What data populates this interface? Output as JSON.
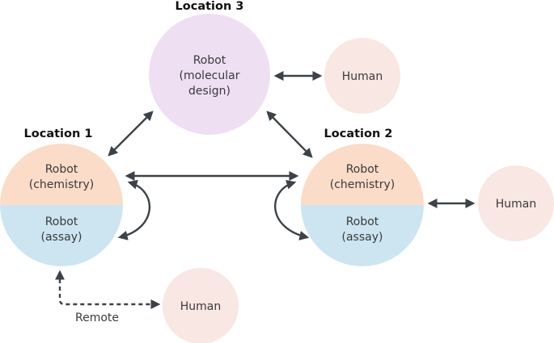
{
  "locations": {
    "location1": {
      "title": "Location 1",
      "chemistry": {
        "line1": "Robot",
        "line2": "(chemistry)"
      },
      "assay": {
        "line1": "Robot",
        "line2": "(assay)"
      }
    },
    "location2": {
      "title": "Location 2",
      "chemistry": {
        "line1": "Robot",
        "line2": "(chemistry)"
      },
      "assay": {
        "line1": "Robot",
        "line2": "(assay)"
      }
    },
    "location3": {
      "title": "Location 3",
      "design": {
        "line1": "Robot",
        "line2": "(molecular",
        "line3": "design)"
      }
    }
  },
  "humans": {
    "h3": "Human",
    "h2": "Human",
    "h1": "Human"
  },
  "remote_label": "Remote",
  "colors": {
    "chemistry": "#fbdcc9",
    "assay": "#cde5f1",
    "design": "#efdff3",
    "human": "#f8e7e3",
    "arrow": "#3c4247"
  }
}
